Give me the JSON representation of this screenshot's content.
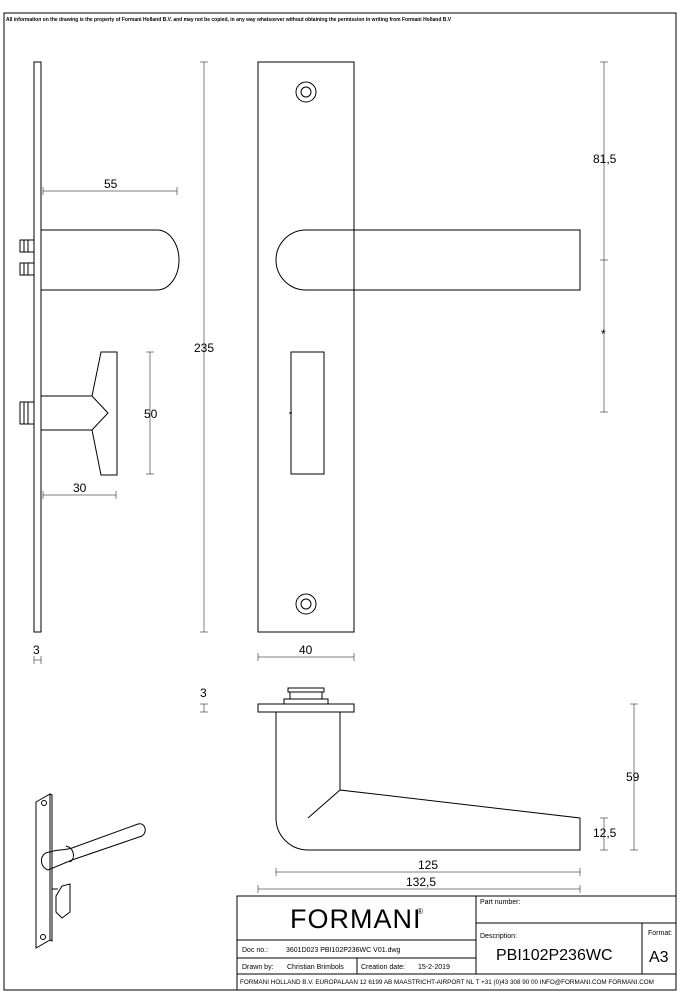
{
  "notice": "All information on the drawing is the property of Formani Holland B.V. and may not be copied, in any way whatsoever without obtaining the permission in writing from Formani Holland B.V",
  "dimensions": {
    "d55": "55",
    "d235": "235",
    "d81_5": "81,5",
    "d50": "50",
    "d30": "30",
    "d3a": "3",
    "d40": "40",
    "d3b": "3",
    "d59": "59",
    "d12_5": "12,5",
    "d125": "125",
    "d132_5": "132,5"
  },
  "title_block": {
    "brand": "FORMANI",
    "brand_mark": "®",
    "part_number_label": "Part number:",
    "part_number": "",
    "doc_no_label": "Doc no.:",
    "doc_no": "3601D023 PBI102P236WC V01.dwg",
    "description_label": "Description:",
    "description": "PBI102P236WC",
    "format_label": "Format:",
    "format": "A3",
    "drawn_by_label": "Drawn by:",
    "drawn_by": "Christian Brimbols",
    "creation_date_label": "Creation date:",
    "creation_date": "15-2-2019",
    "footer": "FORMANI HOLLAND B.V.  EUROPALAAN 12  6199 AB MAASTRICHT-AIRPORT NL  T +31 (0)43 308 90 00 INFO@FORMANI.COM FORMANI.COM"
  }
}
